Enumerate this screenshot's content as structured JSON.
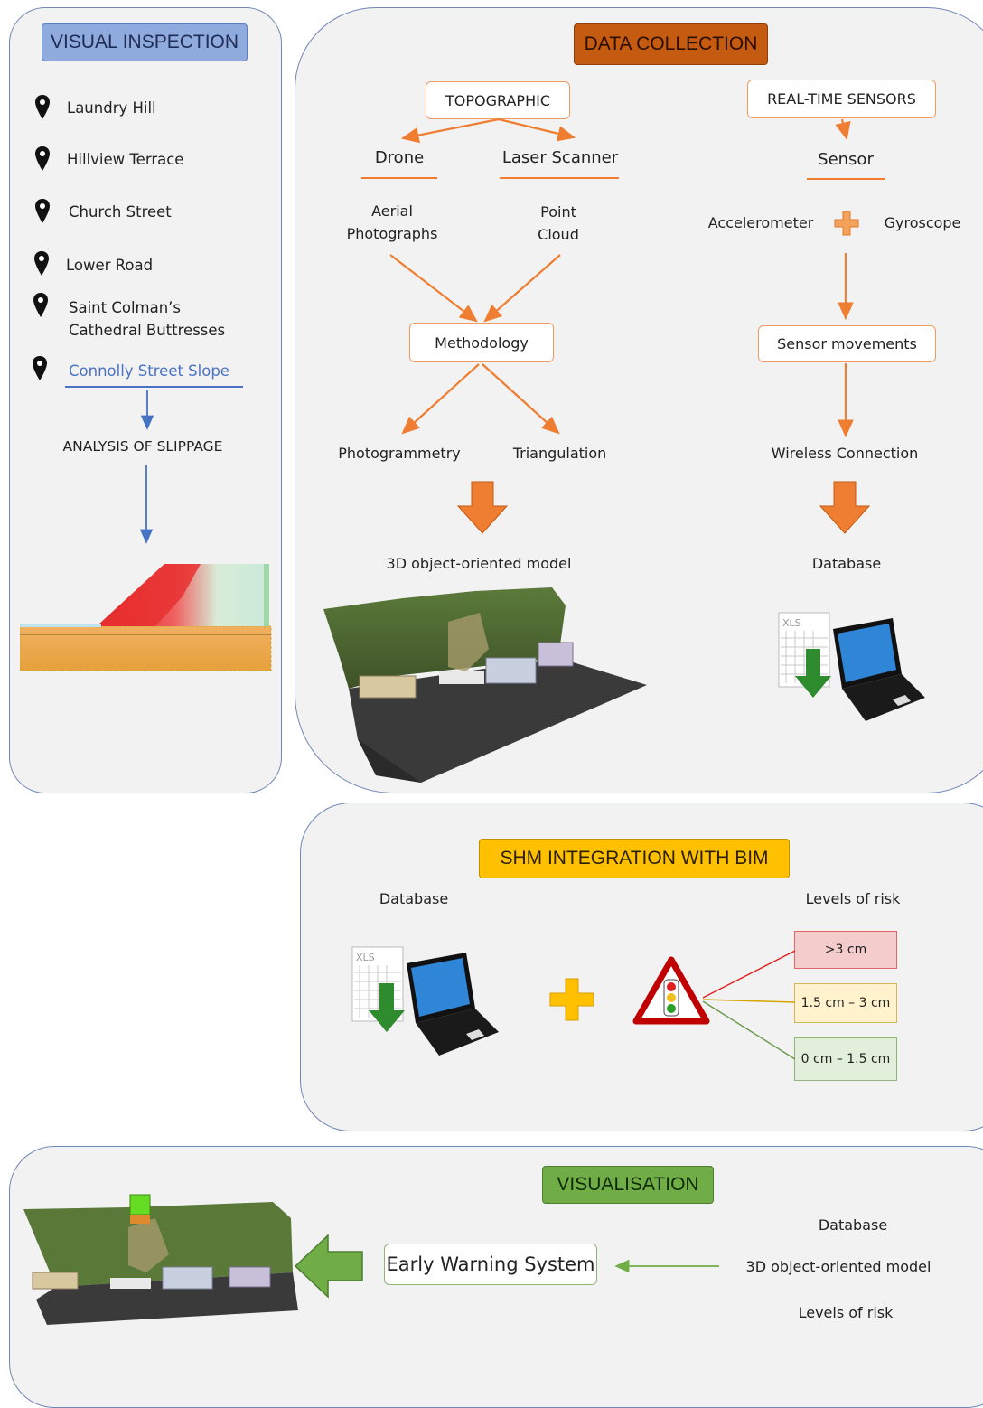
{
  "visual_inspection": {
    "title": "VISUAL INSPECTION",
    "locations": [
      "Laundry Hill",
      "Hillview Terrace",
      "Church Street",
      "Lower Road",
      "Saint Colman’s",
      "Cathedral Buttresses",
      "Connolly Street Slope"
    ],
    "analysis": "ANALYSIS  OF SLIPPAGE"
  },
  "data_collection": {
    "title": "DATA COLLECTION",
    "topographic": "TOPOGRAPHIC",
    "drone": "Drone",
    "laser": "Laser Scanner",
    "aerial_1": "Aerial",
    "aerial_2": "Photographs",
    "point_1": "Point",
    "point_2": "Cloud",
    "methodology": "Methodology",
    "photogrammetry": "Photogrammetry",
    "triangulation": "Triangulation",
    "model": "3D object-oriented model",
    "realtime": "REAL-TIME  SENSORS",
    "sensor": "Sensor",
    "accelerometer": "Accelerometer",
    "gyroscope": "Gyroscope",
    "movements": "Sensor movements",
    "wireless": "Wireless Connection",
    "database": "Database",
    "xls": "XLS"
  },
  "shm": {
    "title": "SHM INTEGRATION WITH BIM",
    "database": "Database",
    "levels": "Levels of risk",
    "xls": "XLS",
    "risk": [
      ">3 cm",
      "1.5 cm – 3 cm",
      "0 cm – 1.5 cm"
    ]
  },
  "visualisation": {
    "title": "VISUALISATION",
    "ews": "Early Warning System",
    "database": "Database",
    "model": "3D object-oriented model",
    "levels": "Levels of risk"
  },
  "colors": {
    "visual_hdr": "#8faadc",
    "data_hdr": "#c55a11",
    "shm_hdr": "#ffc000",
    "vis_hdr": "#70ad47",
    "arrow": "#ef7d32",
    "blue_arrow": "#4472c4",
    "green_arrow": "#70ad47",
    "risk_high": "#f4cccc",
    "risk_mid": "#fff2cc",
    "risk_low": "#e2efda"
  }
}
